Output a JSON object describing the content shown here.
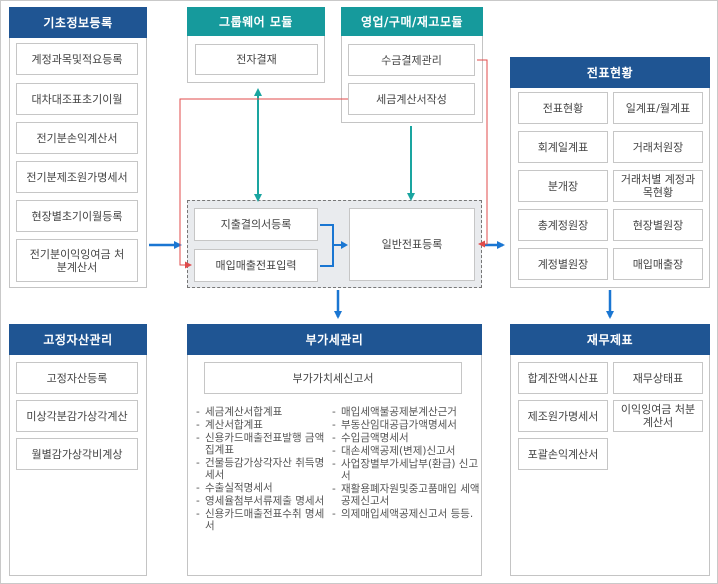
{
  "basic_info": {
    "title": "기초정보등록",
    "items": [
      "계정과목및적요등록",
      "대차대조표초기이월",
      "전기분손익계산서",
      "전기분제조원가명세서",
      "현장별초기이월등록",
      "전기분이익잉여금 처분계산서"
    ]
  },
  "groupware": {
    "title": "그룹웨어 모듈",
    "item": "전자결재"
  },
  "sales": {
    "title": "영업/구매/재고모듈",
    "items": [
      "수금결제관리",
      "세금계산서작성"
    ]
  },
  "center": {
    "expense": "지출결의서등록",
    "purchase": "매입매출전표입력",
    "general": "일반전표등록"
  },
  "slip_status": {
    "title": "전표현황",
    "items": [
      "전표현황",
      "일계표/월계표",
      "회계일계표",
      "거래처원장",
      "분개장",
      "거래처별 계정과목현황",
      "총계정원장",
      "현장별원장",
      "계정별원장",
      "매입매출장"
    ]
  },
  "fixed_assets": {
    "title": "고정자산관리",
    "items": [
      "고정자산등록",
      "미상각분감가상각계산",
      "월별감가상각비계상"
    ]
  },
  "vat": {
    "title": "부가세관리",
    "report": "부가가치세신고서",
    "left_list": [
      "세금계산서합계표",
      "계산서합계표",
      "신용카드매출전표발행 금액집계표",
      "건물등감가상각자산 취득명세서",
      "수출실적명세서",
      "영세율첨부서류제출 명세서",
      "신용카드매출전표수취 명세서"
    ],
    "right_list": [
      "매입세액불공제분계산근거",
      "부동산임대공급가액명세서",
      "수입금액명세서",
      "대손세액공제(변제)신고서",
      "사업장별부가세납부(환급) 신고서",
      "재활용폐자원및중고품매입 세액공제신고서",
      "의제매입세액공제신고서 등등."
    ]
  },
  "financial": {
    "title": "재무제표",
    "items": [
      "합계잔액시산표",
      "재무상태표",
      "제조원가명세서",
      "이익잉여금 처분계산서",
      "포괄손익계산서"
    ]
  },
  "colors": {
    "navy": "#1f5593",
    "teal": "#169a9c",
    "blue_arrow": "#1a76d2",
    "teal_arrow": "#1aa5a0",
    "red_line": "#e04b4b"
  }
}
